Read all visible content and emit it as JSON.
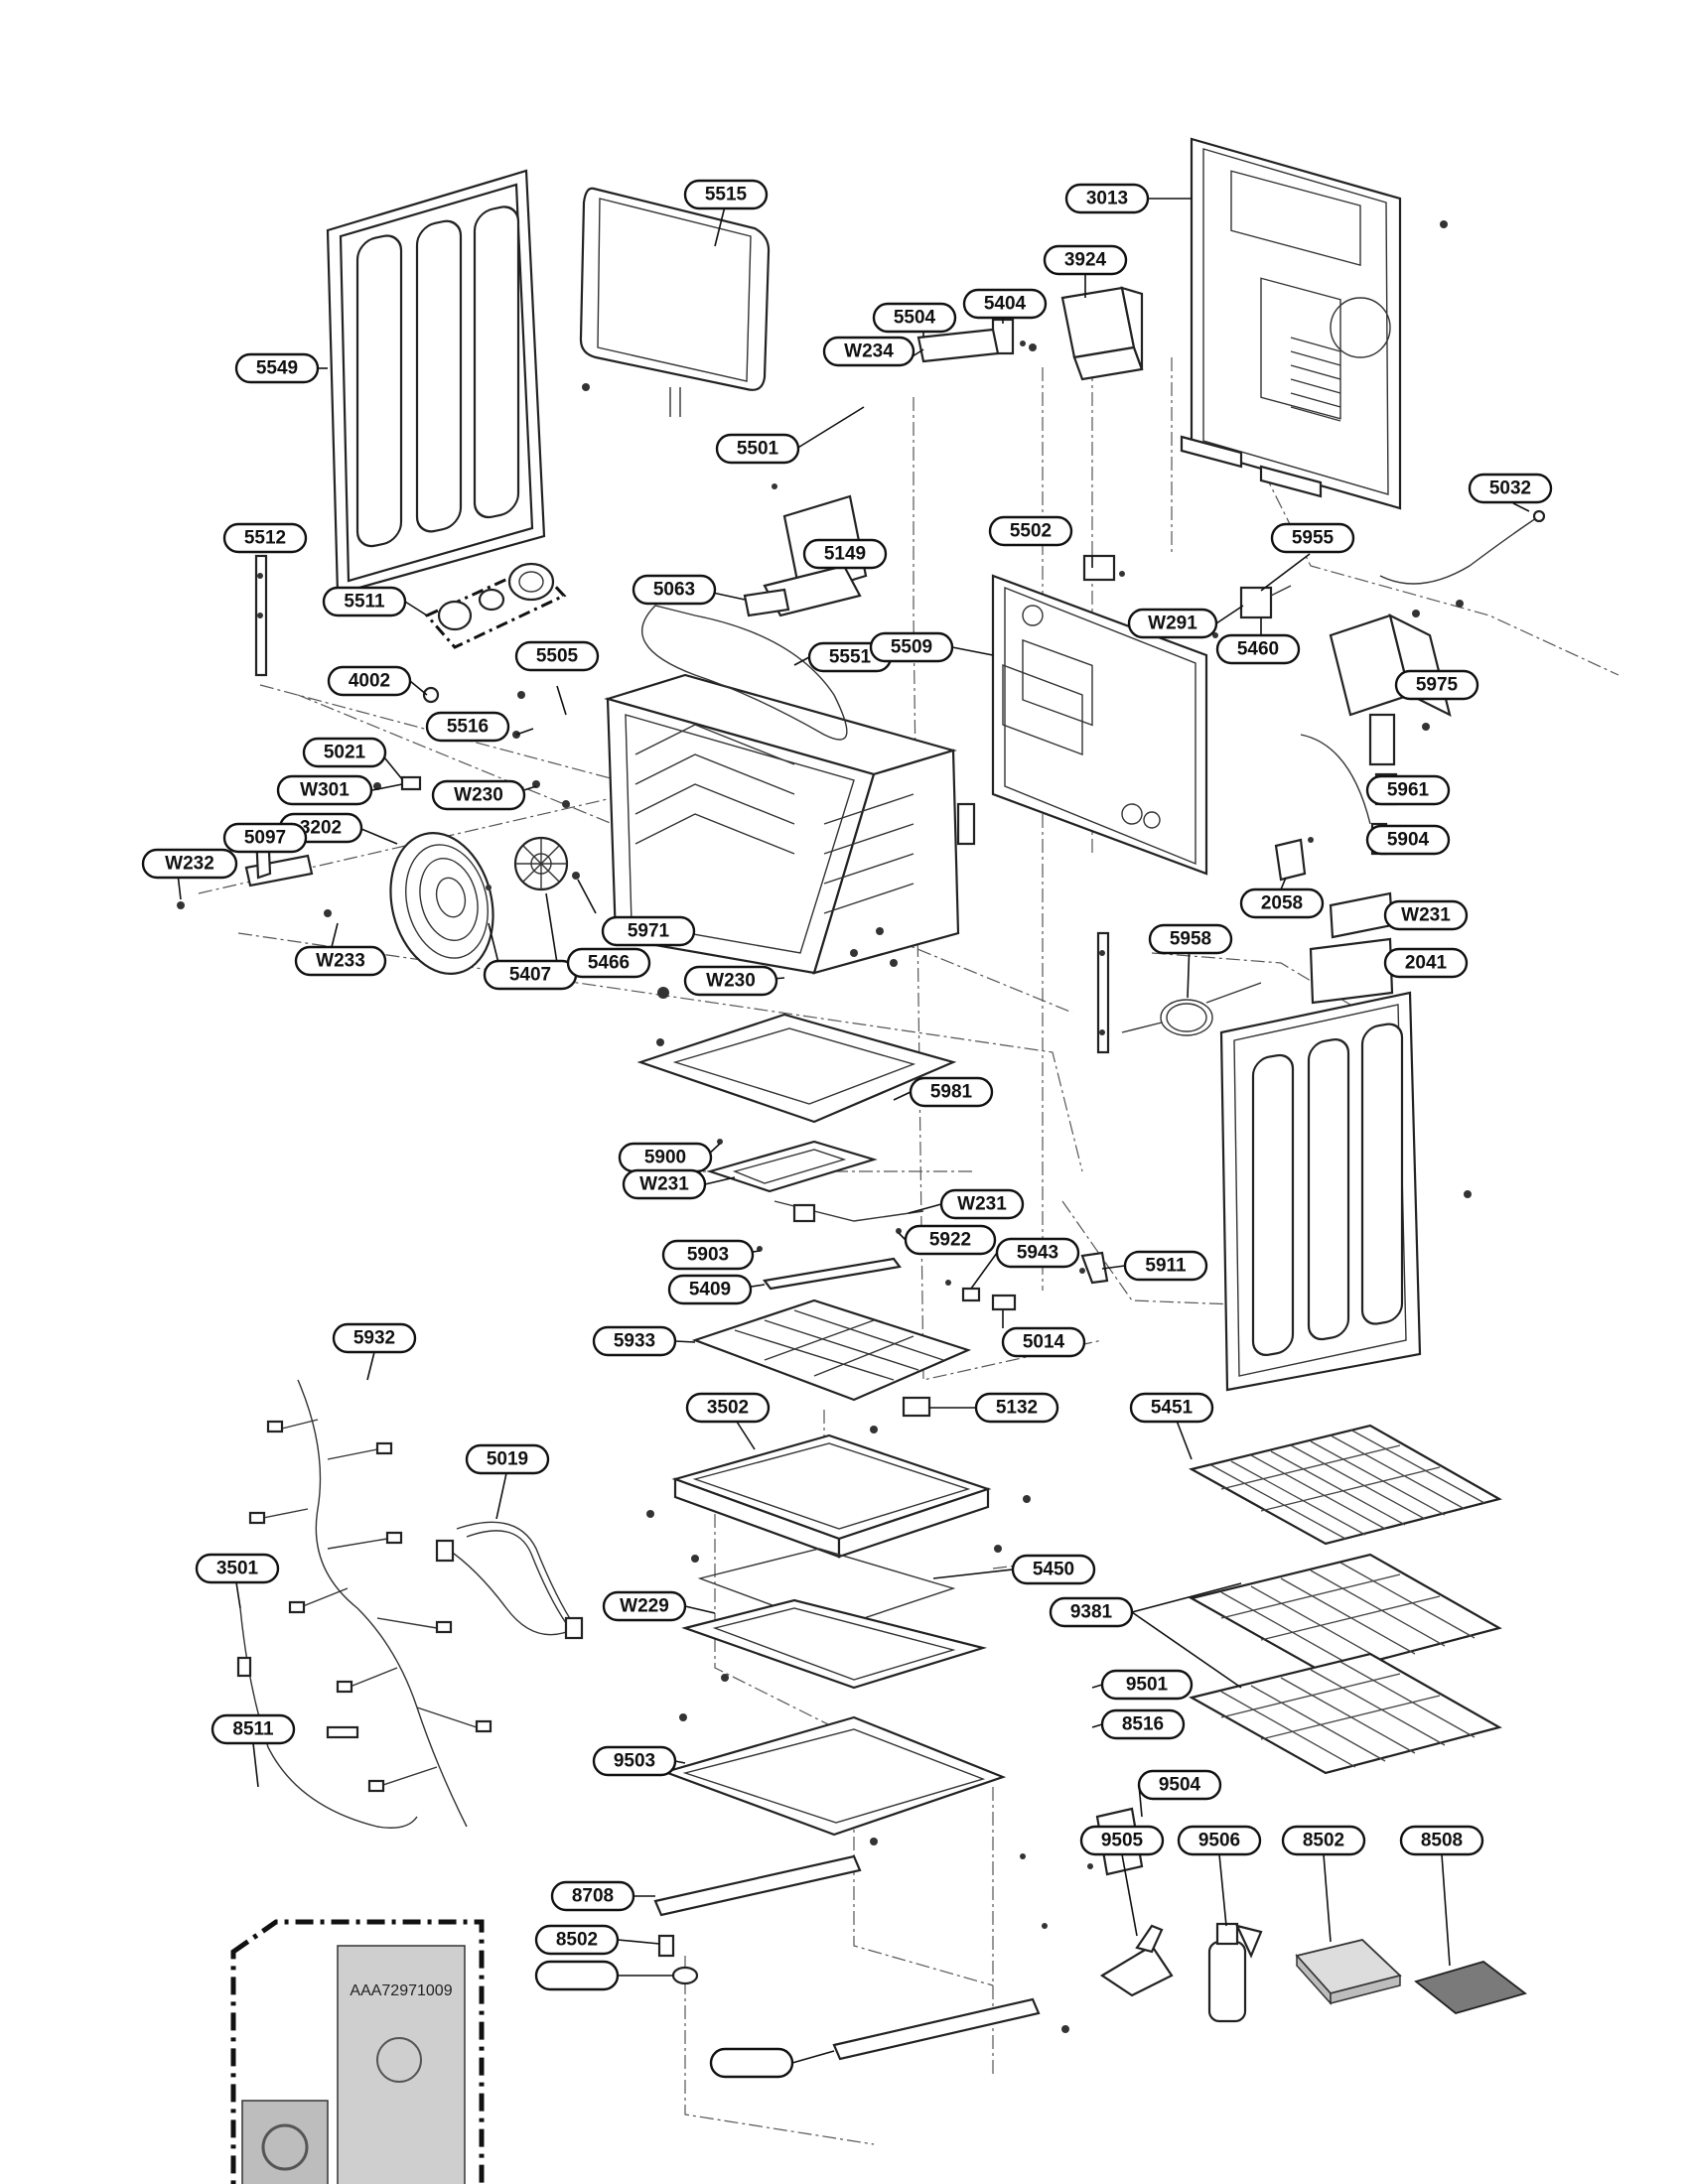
{
  "diagram": {
    "callouts": [
      "5515",
      "3013",
      "3924",
      "5404",
      "5504",
      "W234",
      "5549",
      "5501",
      "5032",
      "5512",
      "5502",
      "5955",
      "5149",
      "5063",
      "5511",
      "5551",
      "5509",
      "W291",
      "5460",
      "4002",
      "5505",
      "5975",
      "5516",
      "5021",
      "W301",
      "W230",
      "3202",
      "5961",
      "5097",
      "5904",
      "W232",
      "5971",
      "2058",
      "W231",
      "W233",
      "5407",
      "5466",
      "2041",
      "5958",
      "W230",
      "5981",
      "5900",
      "W231",
      "W231",
      "5922",
      "5903",
      "5943",
      "5911",
      "5409",
      "5014",
      "5933",
      "5932",
      "3502",
      "5132",
      "5451",
      "5019",
      "5450",
      "3501",
      "W229",
      "9381",
      "9501",
      "8516",
      "8511",
      "9503",
      "9504",
      "9505",
      "9506",
      "8502",
      "8508",
      "8708",
      "8502"
    ],
    "package_label": "AAA72971009"
  }
}
